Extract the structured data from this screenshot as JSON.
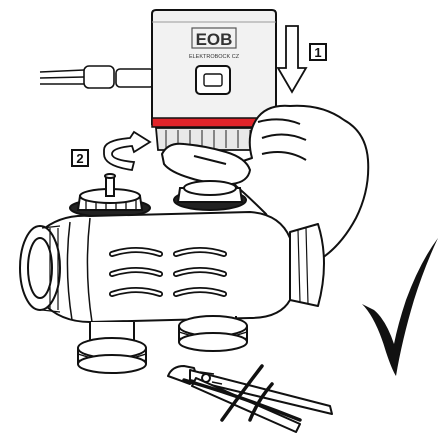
{
  "steps": {
    "step_1": "1",
    "step_2": "2"
  },
  "actuator": {
    "logo_text": "EOB",
    "brand_text": "ELEKTROBOCK CZ",
    "body_color": "#f2f2f2",
    "band_color": "#e0242a",
    "outline_color": "#111111"
  },
  "icons": {
    "check": "checkmark-icon",
    "cross": "cross-out-icon",
    "arrow_down": "arrow-down-icon",
    "rotate": "rotate-arrow-icon"
  }
}
